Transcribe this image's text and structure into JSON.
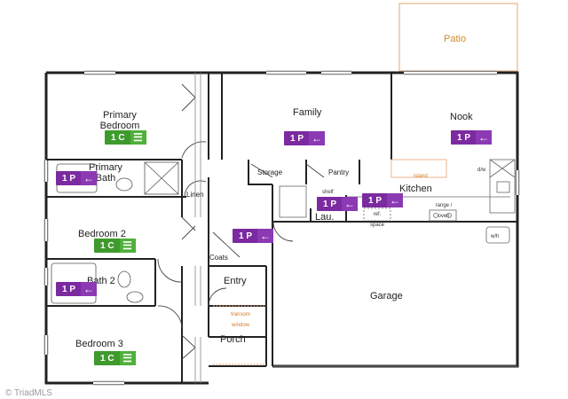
{
  "rooms": {
    "patio": "Patio",
    "primary_bedroom": "Primary\nBedroom",
    "family": "Family",
    "nook": "Nook",
    "primary_bath": "Primary\nBath",
    "storage": "Storage",
    "pantry": "Pantry",
    "island": "island",
    "dw": "d/w",
    "shelf": "shelf",
    "kitchen": "Kitchen",
    "ref_space": "ref.\nspace",
    "range_oven": "range /\noven",
    "linen": "Linen",
    "laundry": "Lau.",
    "wh": "w/h",
    "bedroom2": "Bedroom 2",
    "coats": "Coats",
    "bath2": "Bath 2",
    "entry": "Entry",
    "transom": "transom\nwindow",
    "garage": "Garage",
    "porch": "Porch",
    "bedroom3": "Bedroom 3"
  },
  "badges": {
    "primary_bedroom": {
      "label": "1 C",
      "icon": "bed-icon",
      "color": "#3f9a2d"
    },
    "family": {
      "label": "1 P",
      "icon": "arrow-left-icon",
      "color": "#7b2aa0"
    },
    "nook": {
      "label": "1 P",
      "icon": "arrow-left-icon",
      "color": "#7b2aa0"
    },
    "primary_bath": {
      "label": "1 P",
      "icon": "arrow-left-icon",
      "color": "#7b2aa0"
    },
    "kitchen_a": {
      "label": "1 P",
      "icon": "arrow-left-icon",
      "color": "#7b2aa0"
    },
    "kitchen_b": {
      "label": "1 P",
      "icon": "arrow-left-icon",
      "color": "#7b2aa0"
    },
    "hall": {
      "label": "1 P",
      "icon": "arrow-left-icon",
      "color": "#7b2aa0"
    },
    "bedroom2": {
      "label": "1 C",
      "icon": "bed-icon",
      "color": "#3f9a2d"
    },
    "bath2": {
      "label": "1 P",
      "icon": "arrow-left-icon",
      "color": "#7b2aa0"
    },
    "bedroom3": {
      "label": "1 C",
      "icon": "bed-icon",
      "color": "#3f9a2d"
    }
  },
  "credit": "© TriadMLS",
  "colors": {
    "wall": "#222222",
    "patio": "#e8b48a",
    "accent_orange": "#d28a2a"
  }
}
